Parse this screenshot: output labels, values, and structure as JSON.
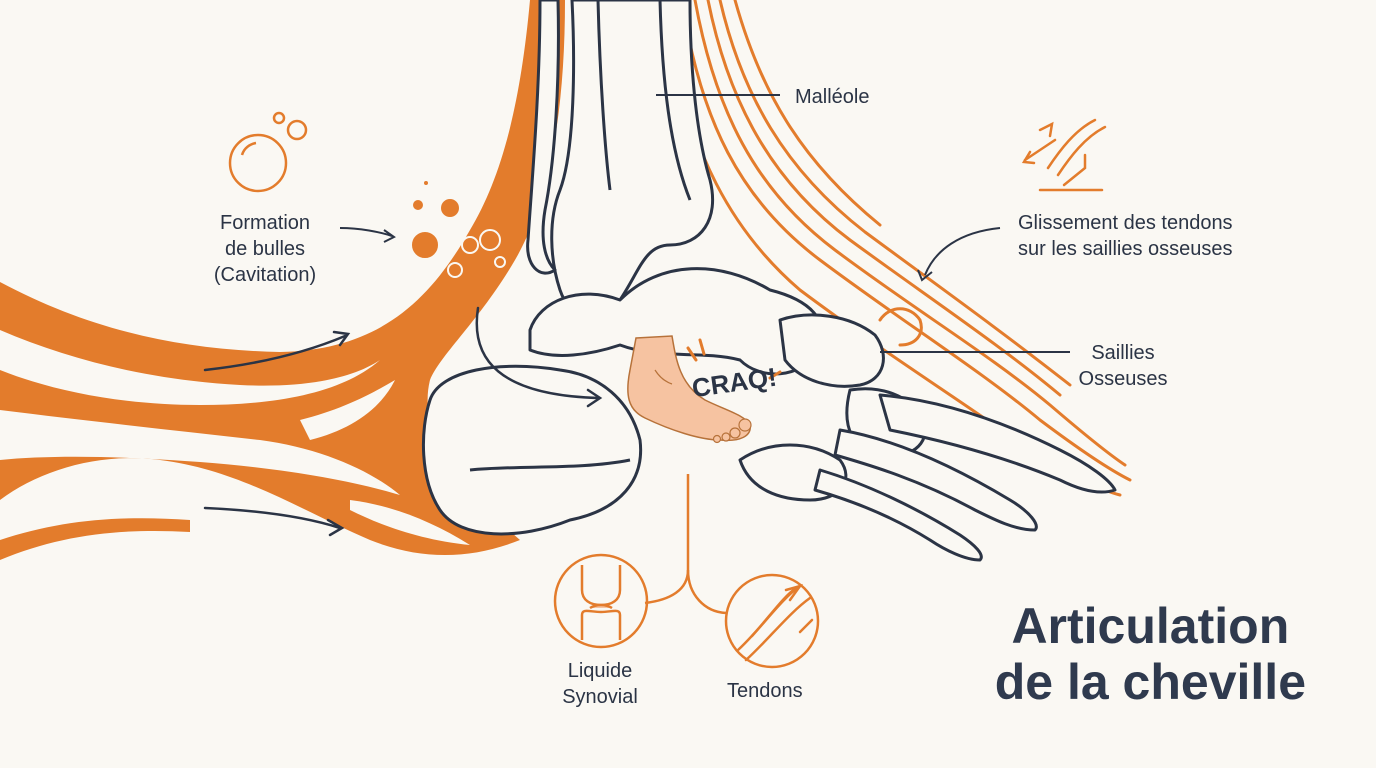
{
  "labels": {
    "malleole": "Malléole",
    "bubbles_line1": "Formation",
    "bubbles_line2": "de bulles",
    "bubbles_line3": "(Cavitation)",
    "tendon_glide_line1": "Glissement des tendons",
    "tendon_glide_line2": "sur les saillies osseuses",
    "saillies_line1": "Saillies",
    "saillies_line2": "Osseuses",
    "synovial_line1": "Liquide",
    "synovial_line2": "Synovial",
    "tendons": "Tendons",
    "craq": "CRAQ!"
  },
  "title": {
    "line1": "Articulation",
    "line2": "de la cheville"
  },
  "colors": {
    "orange": "#e37c2c",
    "navy": "#2b3445",
    "background": "#faf8f3",
    "skin": "#f6c3a1"
  },
  "icons": [
    "bubbles-icon",
    "tendon-rope-icon",
    "joint-icon",
    "tendon-fibers-icon",
    "foot-icon"
  ]
}
